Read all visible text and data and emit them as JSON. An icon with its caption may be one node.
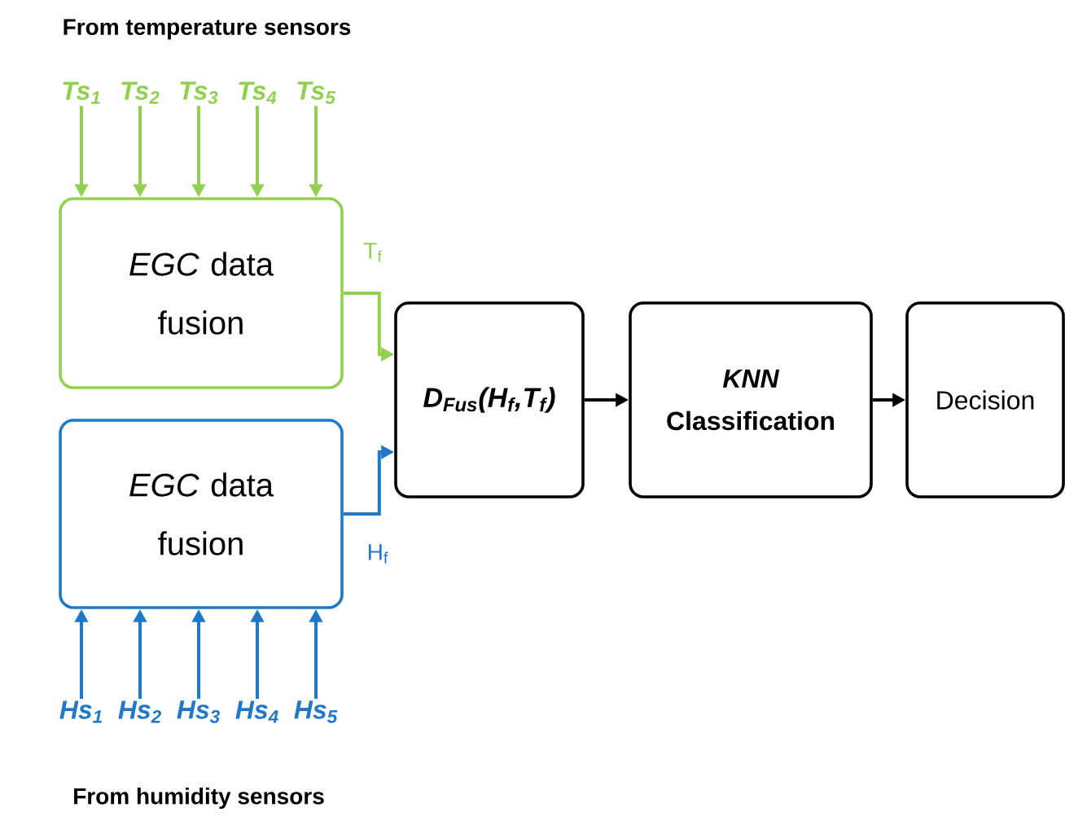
{
  "diagram": {
    "nodes": [
      {
        "text": [
          "Ts$_{1}$"
        ]
      },
      {
        "text": [
          "Ts$_{2}$"
        ]
      },
      {
        "text": [
          "Ts$_{3}$"
        ]
      },
      {
        "text": [
          "Ts$_{4}$"
        ]
      },
      {
        "text": [
          "Ts$_{5}$"
        ]
      },
      {
        "text": [
          "*EGC* data fusion"
        ]
      },
      {
        "text": [
          "*EGC* data fusion"
        ]
      },
      {
        "text": [
          "Hs$_{1}$"
        ]
      },
      {
        "text": [
          "Hs$_{2}$"
        ]
      },
      {
        "text": [
          "Hs$_{3}$"
        ]
      },
      {
        "text": [
          "Hs$_{4}$"
        ]
      },
      {
        "text": [
          "Hs$_{5}$"
        ]
      },
      {
        "text": [
          "D$_{Fus}$(H$_{f}$,T$_{f}$)"
        ]
      },
      {
        "text": [
          "KNN",
          "Classification"
        ]
      },
      {
        "text": [
          "Decision"
        ]
      }
    ],
    "edges": [
      {
        "from": 0,
        "to": 5,
        "arrow": "to",
        "color": "#92d050"
      },
      {
        "from": 1,
        "to": 5,
        "arrow": "to",
        "color": "#92d050"
      },
      {
        "from": 2,
        "to": 5,
        "arrow": "to",
        "color": "#92d050"
      },
      {
        "from": 3,
        "to": 5,
        "arrow": "to",
        "color": "#92d050"
      },
      {
        "from": 4,
        "to": 5,
        "arrow": "to",
        "color": "#92d050"
      },
      {
        "from": 7,
        "to": 6,
        "arrow": "to",
        "color": "#1f78c8"
      },
      {
        "from": 8,
        "to": 6,
        "arrow": "to",
        "color": "#1f78c8"
      },
      {
        "from": 9,
        "to": 6,
        "arrow": "to",
        "color": "#1f78c8"
      },
      {
        "from": 10,
        "to": 6,
        "arrow": "to",
        "color": "#1f78c8"
      },
      {
        "from": 11,
        "to": 6,
        "arrow": "to",
        "color": "#1f78c8"
      },
      {
        "from": 5,
        "to": 12,
        "arrow": "to",
        "label": "T$_{f}$",
        "color": "#92d050"
      },
      {
        "from": 6,
        "to": 12,
        "arrow": "to",
        "label": "H$_{f}$",
        "color": "#1f78c8"
      },
      {
        "from": 12,
        "to": 13,
        "arrow": "to",
        "color": "#000000"
      },
      {
        "from": 13,
        "to": 14,
        "arrow": "to",
        "color": "#000000"
      }
    ],
    "labels": [
      "From temperature sensors",
      "From humidity sensors"
    ]
  }
}
